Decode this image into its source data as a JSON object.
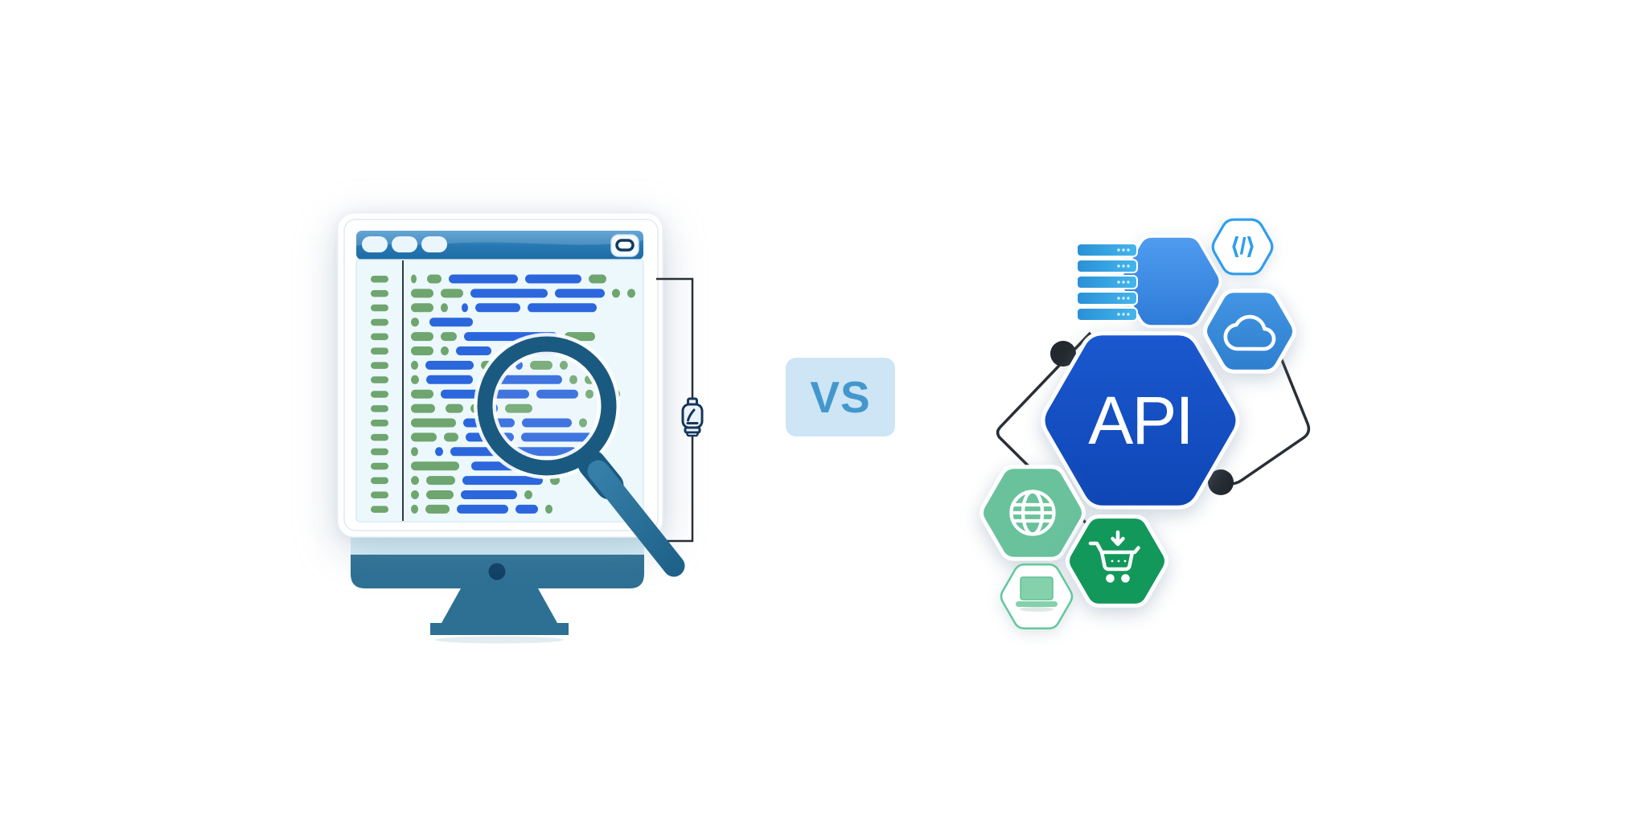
{
  "page": {
    "background": "#ffffff"
  },
  "vs_badge": {
    "label": "VS",
    "bg_color": "#cde5f4",
    "text_color": "#4397cd"
  },
  "browser_window": {
    "frame_color": "#ffffff",
    "frame_border": "#e3e9ef",
    "titlebar": {
      "color_top": "#4695cc",
      "color_mid": "#2677b1",
      "color_bottom": "#1e6ba5",
      "button_count": 3,
      "button_color": "#eaf6fc",
      "menu_button_fill": "#f4fafe",
      "menu_pill_color": "#123a5e"
    },
    "content": {
      "bg": "#ecf8fc",
      "border": "#d8ecf4",
      "divider_color": "#2b3b45",
      "code_colors": {
        "green": "#6fa56f",
        "blue": "#2b66dd"
      },
      "gutter_rows": 17,
      "code_rows": [
        [
          [
            "g",
            7,
            0
          ],
          [
            "g",
            18,
            4
          ],
          [
            "b",
            86,
            0
          ],
          [
            "b",
            70,
            0
          ],
          [
            "g",
            22,
            0
          ]
        ],
        [
          [
            "g",
            28,
            0
          ],
          [
            "g",
            28,
            0
          ],
          [
            "b",
            96,
            0
          ],
          [
            "b",
            62,
            0
          ],
          [
            "g",
            10,
            0
          ],
          [
            "g",
            10,
            0
          ]
        ],
        [
          [
            "g",
            28,
            0
          ],
          [
            "g",
            9,
            0
          ],
          [
            "b",
            8,
            8
          ],
          [
            "b",
            56,
            0
          ],
          [
            "b",
            86,
            0
          ]
        ],
        [
          [
            "g",
            10,
            0
          ],
          [
            "b",
            54,
            4
          ]
        ],
        [
          [
            "g",
            28,
            0
          ],
          [
            "g",
            20,
            0
          ],
          [
            "b",
            116,
            0
          ],
          [
            "g",
            38,
            0
          ]
        ],
        [
          [
            "g",
            28,
            0
          ],
          [
            "g",
            10,
            0
          ],
          [
            "b",
            44,
            0
          ],
          [
            "b",
            64,
            8
          ]
        ],
        [
          [
            "g",
            9,
            0
          ],
          [
            "b",
            60,
            0
          ],
          [
            "g",
            34,
            0
          ],
          [
            "b",
            9,
            0
          ],
          [
            "g",
            28,
            0
          ],
          [
            "g",
            10,
            0
          ]
        ],
        [
          [
            "g",
            10,
            0
          ],
          [
            "b",
            58,
            0
          ],
          [
            "b",
            102,
            0
          ],
          [
            "g",
            10,
            0
          ],
          [
            "g",
            12,
            0
          ]
        ],
        [
          [
            "g",
            28,
            0
          ],
          [
            "b",
            110,
            0
          ],
          [
            "b",
            52,
            0
          ],
          [
            "g",
            10,
            0
          ],
          [
            "g",
            24,
            0
          ]
        ],
        [
          [
            "g",
            30,
            0
          ],
          [
            "g",
            22,
            4
          ],
          [
            "g",
            10,
            0
          ],
          [
            "b",
            7,
            8
          ],
          [
            "g",
            34,
            0
          ]
        ],
        [
          [
            "g",
            56,
            0
          ],
          [
            "b",
            64,
            0
          ],
          [
            "b",
            62,
            0
          ],
          [
            "g",
            10,
            0
          ]
        ],
        [
          [
            "g",
            32,
            0
          ],
          [
            "g",
            18,
            0
          ],
          [
            "b",
            60,
            0
          ],
          [
            "b",
            94,
            0
          ]
        ],
        [
          [
            "g",
            9,
            0
          ],
          [
            "b",
            10,
            12
          ],
          [
            "b",
            62,
            0
          ],
          [
            "b",
            86,
            0
          ]
        ],
        [
          [
            "g",
            60,
            0
          ],
          [
            "b",
            110,
            6
          ]
        ],
        [
          [
            "g",
            10,
            0
          ],
          [
            "g",
            36,
            0
          ],
          [
            "b",
            100,
            0
          ],
          [
            "g",
            12,
            0
          ]
        ],
        [
          [
            "g",
            10,
            0
          ],
          [
            "g",
            34,
            0
          ],
          [
            "b",
            70,
            0
          ],
          [
            "g",
            10,
            0
          ]
        ],
        [
          [
            "g",
            9,
            0
          ],
          [
            "g",
            30,
            0
          ],
          [
            "b",
            64,
            0
          ],
          [
            "b",
            28,
            0
          ],
          [
            "g",
            9,
            0
          ]
        ]
      ]
    }
  },
  "monitor": {
    "bezel_color": "#2d7094",
    "screen_color": "#d5eef6",
    "camera_color": "#0e3f63",
    "stand_color": "#2d7094",
    "shadow_color": "#e3ecef"
  },
  "magnifier": {
    "ring_color": "#1b5a80",
    "handle_color": "#2b749c",
    "halo_color": "#ffffff"
  },
  "connector": {
    "line_color": "#2a2f36",
    "icon": "plug-icon",
    "plug_fill": "#edf5fc",
    "plug_stroke": "#16365c"
  },
  "api_cluster": {
    "api_hex": {
      "label": "API",
      "fill_top": "#1a58cf",
      "fill_bottom": "#0f46b5",
      "text_color": "#ffffff"
    },
    "code_hex": {
      "glyph": "⟨/⟩",
      "fill": "#ffffff",
      "border_color": "#2f9ded",
      "glyph_color": "#2f9ded"
    },
    "cloud_hex": {
      "icon": "cloud-icon",
      "fill_top": "#4396e3",
      "fill_bottom": "#2e7ecf",
      "icon_color": "#ffffff"
    },
    "server_hex": {
      "icon": "server-icon",
      "fill_top": "#4f9cf0",
      "fill_bottom": "#2e7bd8",
      "bar_color_left": "#2a90d6",
      "bar_color_right": "#45b6ec",
      "bar_dot_color": "#d6f1fb"
    },
    "globe_hex": {
      "icon": "globe-icon",
      "fill": "#69c29c",
      "icon_color": "#ffffff"
    },
    "cart_hex": {
      "icon": "cart-icon",
      "fill": "#12985a",
      "icon_color": "#ffffff"
    },
    "laptop_hex": {
      "icon": "laptop-icon",
      "fill": "#ffffff",
      "border_color": "#62c89c",
      "laptop_color": "#84d1ab"
    },
    "network": {
      "line_color": "#2a2e36",
      "node_color": "#23272e"
    }
  }
}
